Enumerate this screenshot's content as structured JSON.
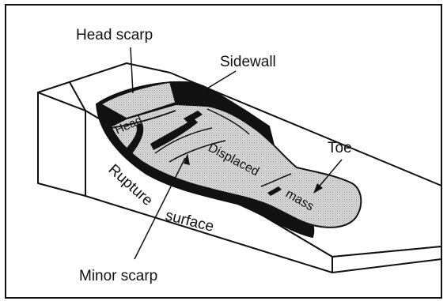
{
  "labels": {
    "head_scarp": "Head scarp",
    "sidewall": "Sidewall",
    "toe": "Toe",
    "head": "Head",
    "displaced": "Displaced",
    "mass": "mass",
    "rupture": "Rupture",
    "surface": "surface",
    "minor_scarp": "Minor scarp"
  },
  "colors": {
    "outline": "#111111",
    "block_face": "#ffffff",
    "rupture_zone": "#111111",
    "displaced_fill": "#d8d8d8"
  }
}
